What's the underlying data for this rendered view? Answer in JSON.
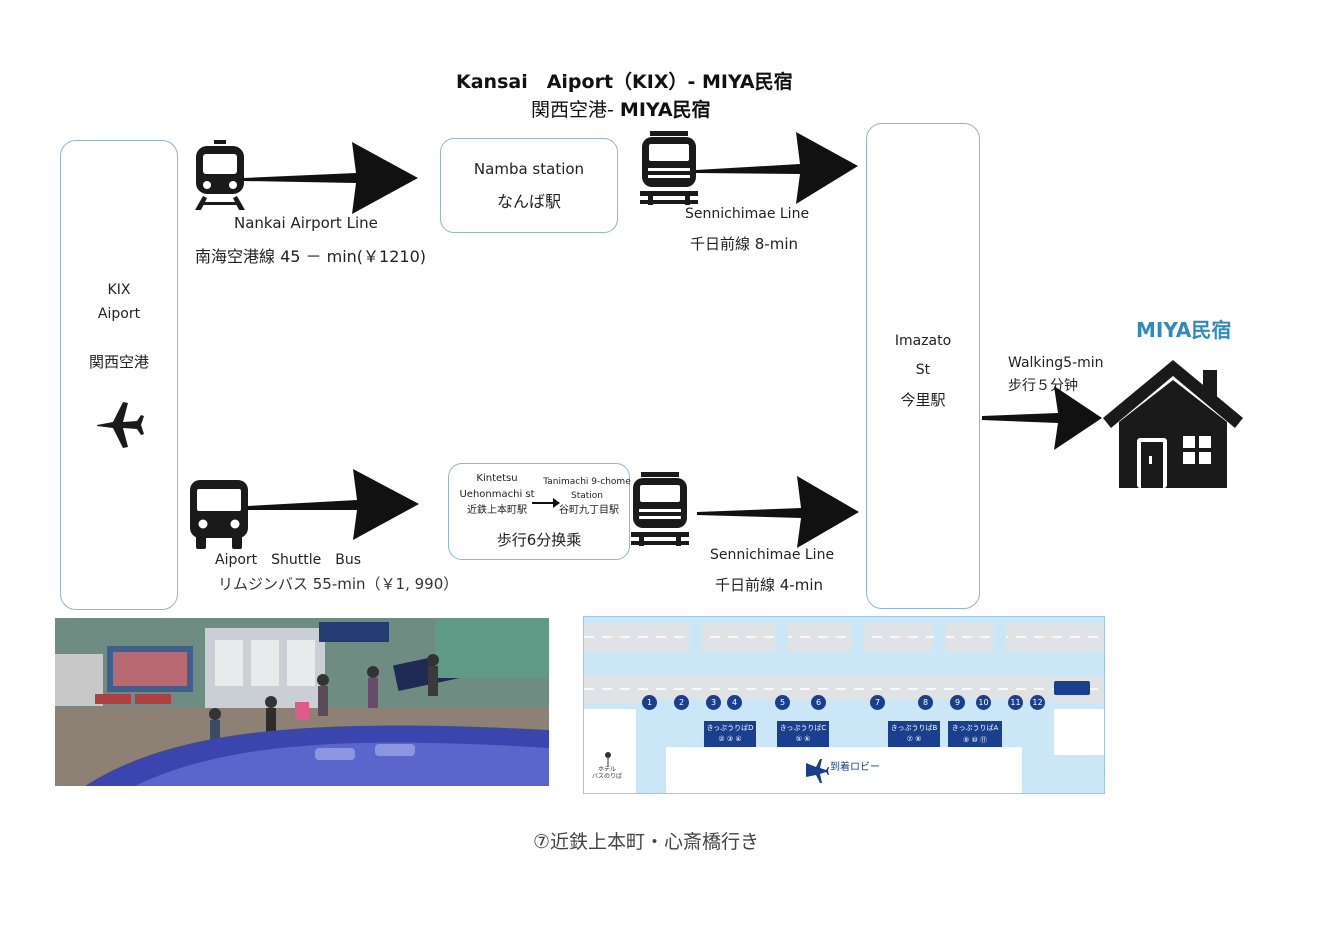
{
  "title": {
    "line1_en": "Kansai　Aiport（KIX）- ",
    "line1_dest": "MIYA民宿",
    "line2_jp": "関西空港- ",
    "line2_dest": "MIYA民宿"
  },
  "airport_box": {
    "name_en_1": "KIX",
    "name_en_2": "Aiport",
    "name_jp": "関西空港"
  },
  "route_top": {
    "line_name": "Nankai Airport Line",
    "detail": "南海空港線 45 － min(￥1210)",
    "station_en": "Namba station",
    "station_jp": "なんば駅",
    "transfer_line": "Sennichimae Line",
    "transfer_detail": "千日前線 8-min"
  },
  "route_bottom": {
    "line_name": "Aiport　Shuttle　Bus",
    "detail": "リムジンバス 55-min（￥1, 990）",
    "station_a_en_1": "Kintetsu",
    "station_a_en_2": "Uehonmachi st",
    "station_a_jp": "近鉄上本町駅",
    "station_b_en_1": "Tanimachi 9-chome",
    "station_b_en_2": "Station",
    "station_b_jp": "谷町九丁目駅",
    "walk_transfer": "歩行6分换乘",
    "transfer_line": "Sennichimae Line",
    "transfer_detail": "千日前線 4-min"
  },
  "imazato_box": {
    "name_en_1": "Imazato",
    "name_en_2": "St",
    "name_jp": "今里駅"
  },
  "walk": {
    "label_en": "Walking5-min",
    "label_jp": "步行５分钟"
  },
  "destination": {
    "name": "MIYA民宿"
  },
  "map": {
    "stops": [
      "1",
      "2",
      "3",
      "4",
      "5",
      "6",
      "7",
      "8",
      "9",
      "10",
      "11",
      "12"
    ],
    "signs": [
      {
        "label": "きっぷうりばD",
        "nums": "② ③ ④"
      },
      {
        "label": "きっぷうりばC",
        "nums": "⑤ ⑥"
      },
      {
        "label": "きっぷうりばB",
        "nums": "⑦ ⑧"
      },
      {
        "label": "きっぷうりばA",
        "nums": "⑨ ⑩ ⑪"
      }
    ],
    "arrival_lobby": "到着ロビー",
    "hotel_bus": "ホテル",
    "hotel_bus_2": "バスのりば"
  },
  "caption": "⑦近鉄上本町・心斎橋行き",
  "colors": {
    "box_border": "#8fb6d8",
    "accent": "#2e8bc0",
    "icon": "#1a1a1a",
    "map_sky": "#cbe7f7",
    "map_navy": "#1a3f8f"
  },
  "icons": [
    "train-icon",
    "metro-icon",
    "bus-icon",
    "airplane-icon",
    "house-icon",
    "arrow-icon"
  ]
}
